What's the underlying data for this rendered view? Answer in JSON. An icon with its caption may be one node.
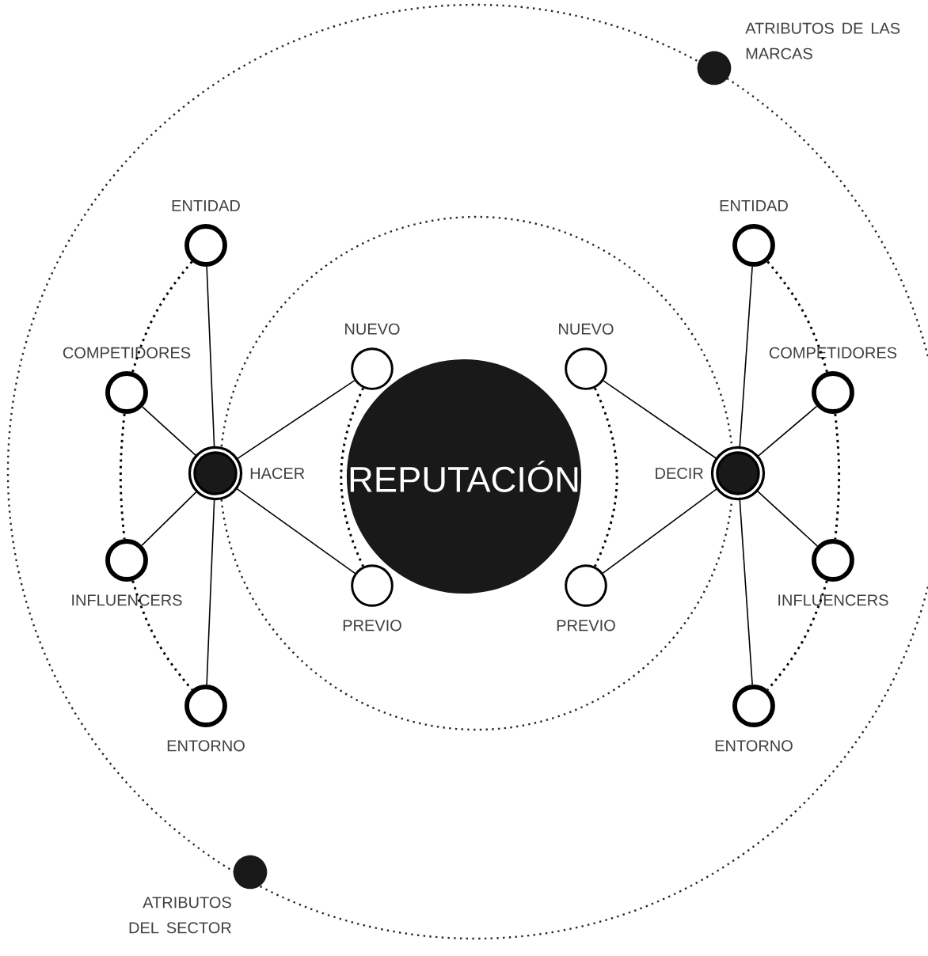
{
  "diagram": {
    "nodes": [
      {
        "text": [
          "REPUTACIÓN"
        ]
      },
      {
        "text": [
          "HACER"
        ]
      },
      {
        "text": [
          "NUEVO"
        ]
      },
      {
        "text": [
          "PREVIO"
        ]
      },
      {
        "text": [
          "ENTIDAD"
        ]
      },
      {
        "text": [
          "COMPETIDORES"
        ]
      },
      {
        "text": [
          "INFLUENCERS"
        ]
      },
      {
        "text": [
          "ENTORNO"
        ]
      },
      {
        "text": [
          "DECIR"
        ]
      },
      {
        "text": [
          "NUEVO"
        ]
      },
      {
        "text": [
          "PREVIO"
        ]
      },
      {
        "text": [
          "ENTIDAD"
        ]
      },
      {
        "text": [
          "COMPETIDORES"
        ]
      },
      {
        "text": [
          "INFLUENCERS"
        ]
      },
      {
        "text": [
          "ENTORNO"
        ]
      },
      {
        "text": [
          "ATRIBUTOS DE LAS MARCAS"
        ]
      },
      {
        "text": [
          "ATRIBUTOS DEL SECTOR"
        ]
      }
    ],
    "edges": [
      {
        "from": 1,
        "to": 2,
        "arrow": "none"
      },
      {
        "from": 1,
        "to": 3,
        "arrow": "none"
      },
      {
        "from": 1,
        "to": 4,
        "arrow": "none"
      },
      {
        "from": 1,
        "to": 5,
        "arrow": "none"
      },
      {
        "from": 1,
        "to": 6,
        "arrow": "none"
      },
      {
        "from": 1,
        "to": 7,
        "arrow": "none"
      },
      {
        "from": 8,
        "to": 9,
        "arrow": "none"
      },
      {
        "from": 8,
        "to": 10,
        "arrow": "none"
      },
      {
        "from": 8,
        "to": 11,
        "arrow": "none"
      },
      {
        "from": 8,
        "to": 12,
        "arrow": "none"
      },
      {
        "from": 8,
        "to": 13,
        "arrow": "none"
      },
      {
        "from": 8,
        "to": 14,
        "arrow": "none"
      },
      {
        "from": 4,
        "to": 5,
        "arrow": "none",
        "style": "dashed"
      },
      {
        "from": 5,
        "to": 6,
        "arrow": "none",
        "style": "dashed"
      },
      {
        "from": 6,
        "to": 7,
        "arrow": "none",
        "style": "dashed"
      },
      {
        "from": 2,
        "to": 3,
        "arrow": "none",
        "style": "dashed"
      },
      {
        "from": 11,
        "to": 12,
        "arrow": "none",
        "style": "dashed"
      },
      {
        "from": 12,
        "to": 13,
        "arrow": "none",
        "style": "dashed"
      },
      {
        "from": 13,
        "to": 14,
        "arrow": "none",
        "style": "dashed"
      },
      {
        "from": 9,
        "to": 10,
        "arrow": "none",
        "style": "dashed"
      }
    ]
  }
}
